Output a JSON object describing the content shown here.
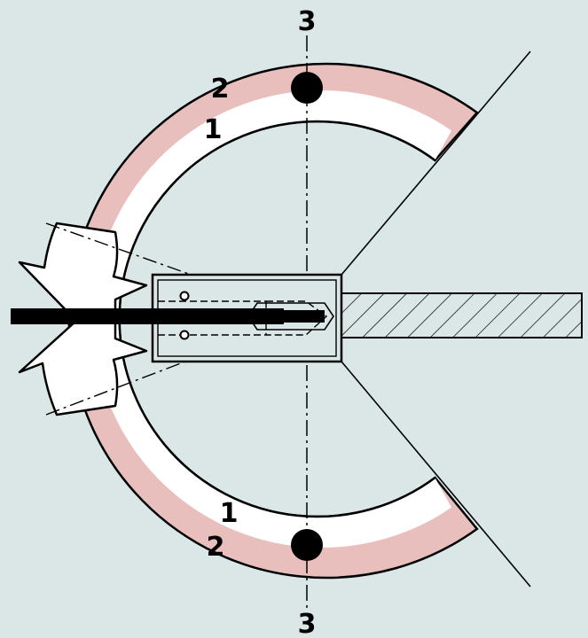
{
  "labels": {
    "axis_top": "3",
    "axis_bottom": "3",
    "outer_top": "2",
    "inner_top": "1",
    "inner_bottom": "1",
    "outer_bottom": "2"
  },
  "colors": {
    "background": "#dbe6e6",
    "outer_band": "#e8bfbd",
    "inner_band": "#ffffff",
    "stroke": "#000000"
  }
}
